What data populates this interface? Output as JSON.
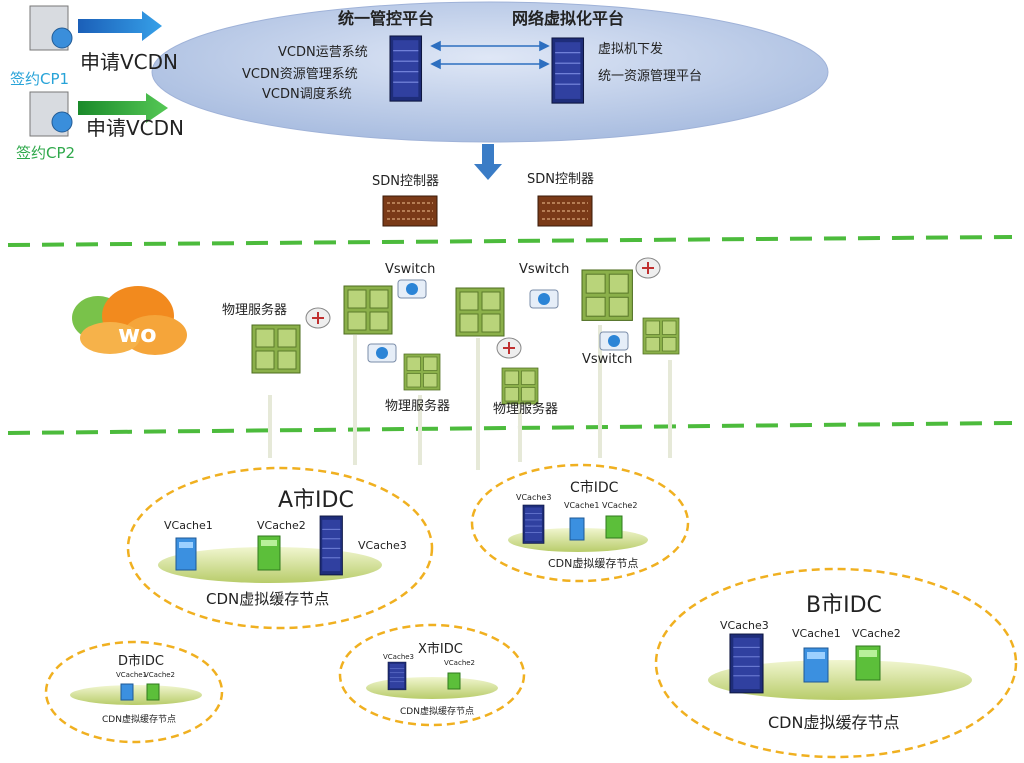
{
  "top": {
    "cp1_apply": "申请VCDN",
    "cp1_label": "签约CP1",
    "cp2_apply": "申请VCDN",
    "cp2_label": "签约CP2",
    "platform_left_title": "统一管控平台",
    "platform_right_title": "网络虚拟化平台",
    "left_items": [
      "VCDN运营系统",
      "VCDN资源管理系统",
      "VCDN调度系统"
    ],
    "right_items": [
      "虚拟机下发",
      "统一资源管理平台"
    ]
  },
  "sdn": {
    "left": "SDN控制器",
    "right": "SDN控制器"
  },
  "network": {
    "physical_server_1": "物理服务器",
    "physical_server_2": "物理服务器",
    "physical_server_3": "物理服务器",
    "vswitch_1": "Vswitch",
    "vswitch_2": "Vswitch",
    "vswitch_3": "Vswitch"
  },
  "idc": {
    "a": {
      "title": "A市IDC",
      "caption": "CDN虚拟缓存节点",
      "vc1": "VCache1",
      "vc2": "VCache2",
      "vc3": "VCache3"
    },
    "c": {
      "title": "C市IDC",
      "caption": "CDN虚拟缓存节点",
      "vc1": "VCache1",
      "vc2": "VCache2",
      "vc3": "VCache3"
    },
    "b": {
      "title": "B市IDC",
      "caption": "CDN虚拟缓存节点",
      "vc1": "VCache1",
      "vc2": "VCache2",
      "vc3": "VCache3"
    },
    "d": {
      "title": "D市IDC",
      "caption": "CDN虚拟缓存节点",
      "vc1": "VCache1",
      "vc2": "VCache2"
    },
    "x": {
      "title": "X市IDC",
      "caption": "CDN虚拟缓存节点",
      "vc2": "VCache2",
      "vc3": "VCache3"
    }
  },
  "colors": {
    "ellipse": "#b9c8e6",
    "green_dash": "#4cbb3c",
    "yellow_dash": "#f0b020",
    "arrow_blue": "#2f7bd1",
    "arrow_green": "#3eb63a"
  }
}
